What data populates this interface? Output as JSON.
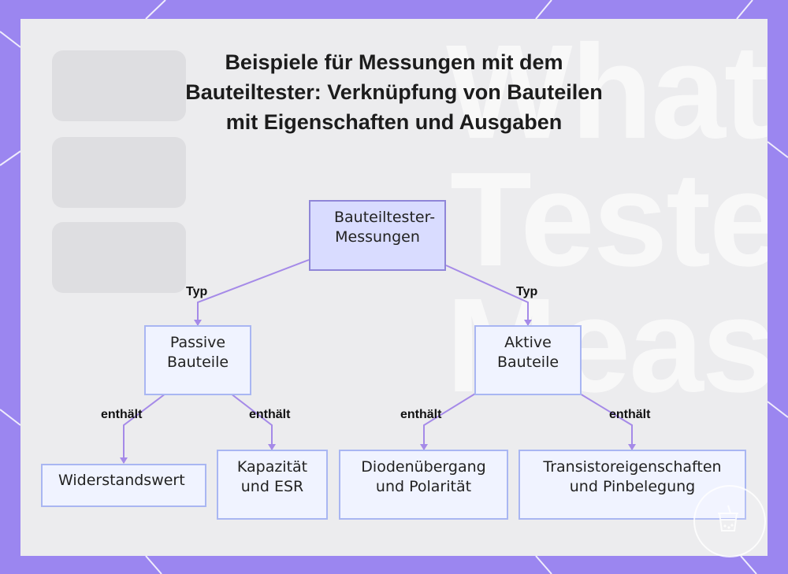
{
  "title": "Beispiele für Messungen mit dem Bauteiltester: Verknüpfung von Bauteilen mit Eigenschaften und Ausgaben",
  "background_text": [
    "What",
    "Teste",
    "Meas"
  ],
  "nodes": {
    "root": "Bauteiltester-Messungen",
    "passive": "Passive Bauteile",
    "active": "Aktive Bauteile",
    "resistance": "Widerstandswert",
    "capacitance": "Kapazität und ESR",
    "diode": "Diodenübergang und Polarität",
    "transistor": "Transistoreigenschaften und Pinbelegung"
  },
  "edge_labels": {
    "root_passive": "Typ",
    "root_active": "Typ",
    "passive_resistance": "enthält",
    "passive_capacitance": "enthält",
    "active_diode": "enthält",
    "active_transistor": "enthält"
  },
  "colors": {
    "frame": "#9b86f0",
    "card": "#ececee",
    "node_fill": "#f0f3ff",
    "node_border": "#a9b6f2",
    "root_fill": "#d9dcff",
    "edge": "#a58ae8"
  }
}
